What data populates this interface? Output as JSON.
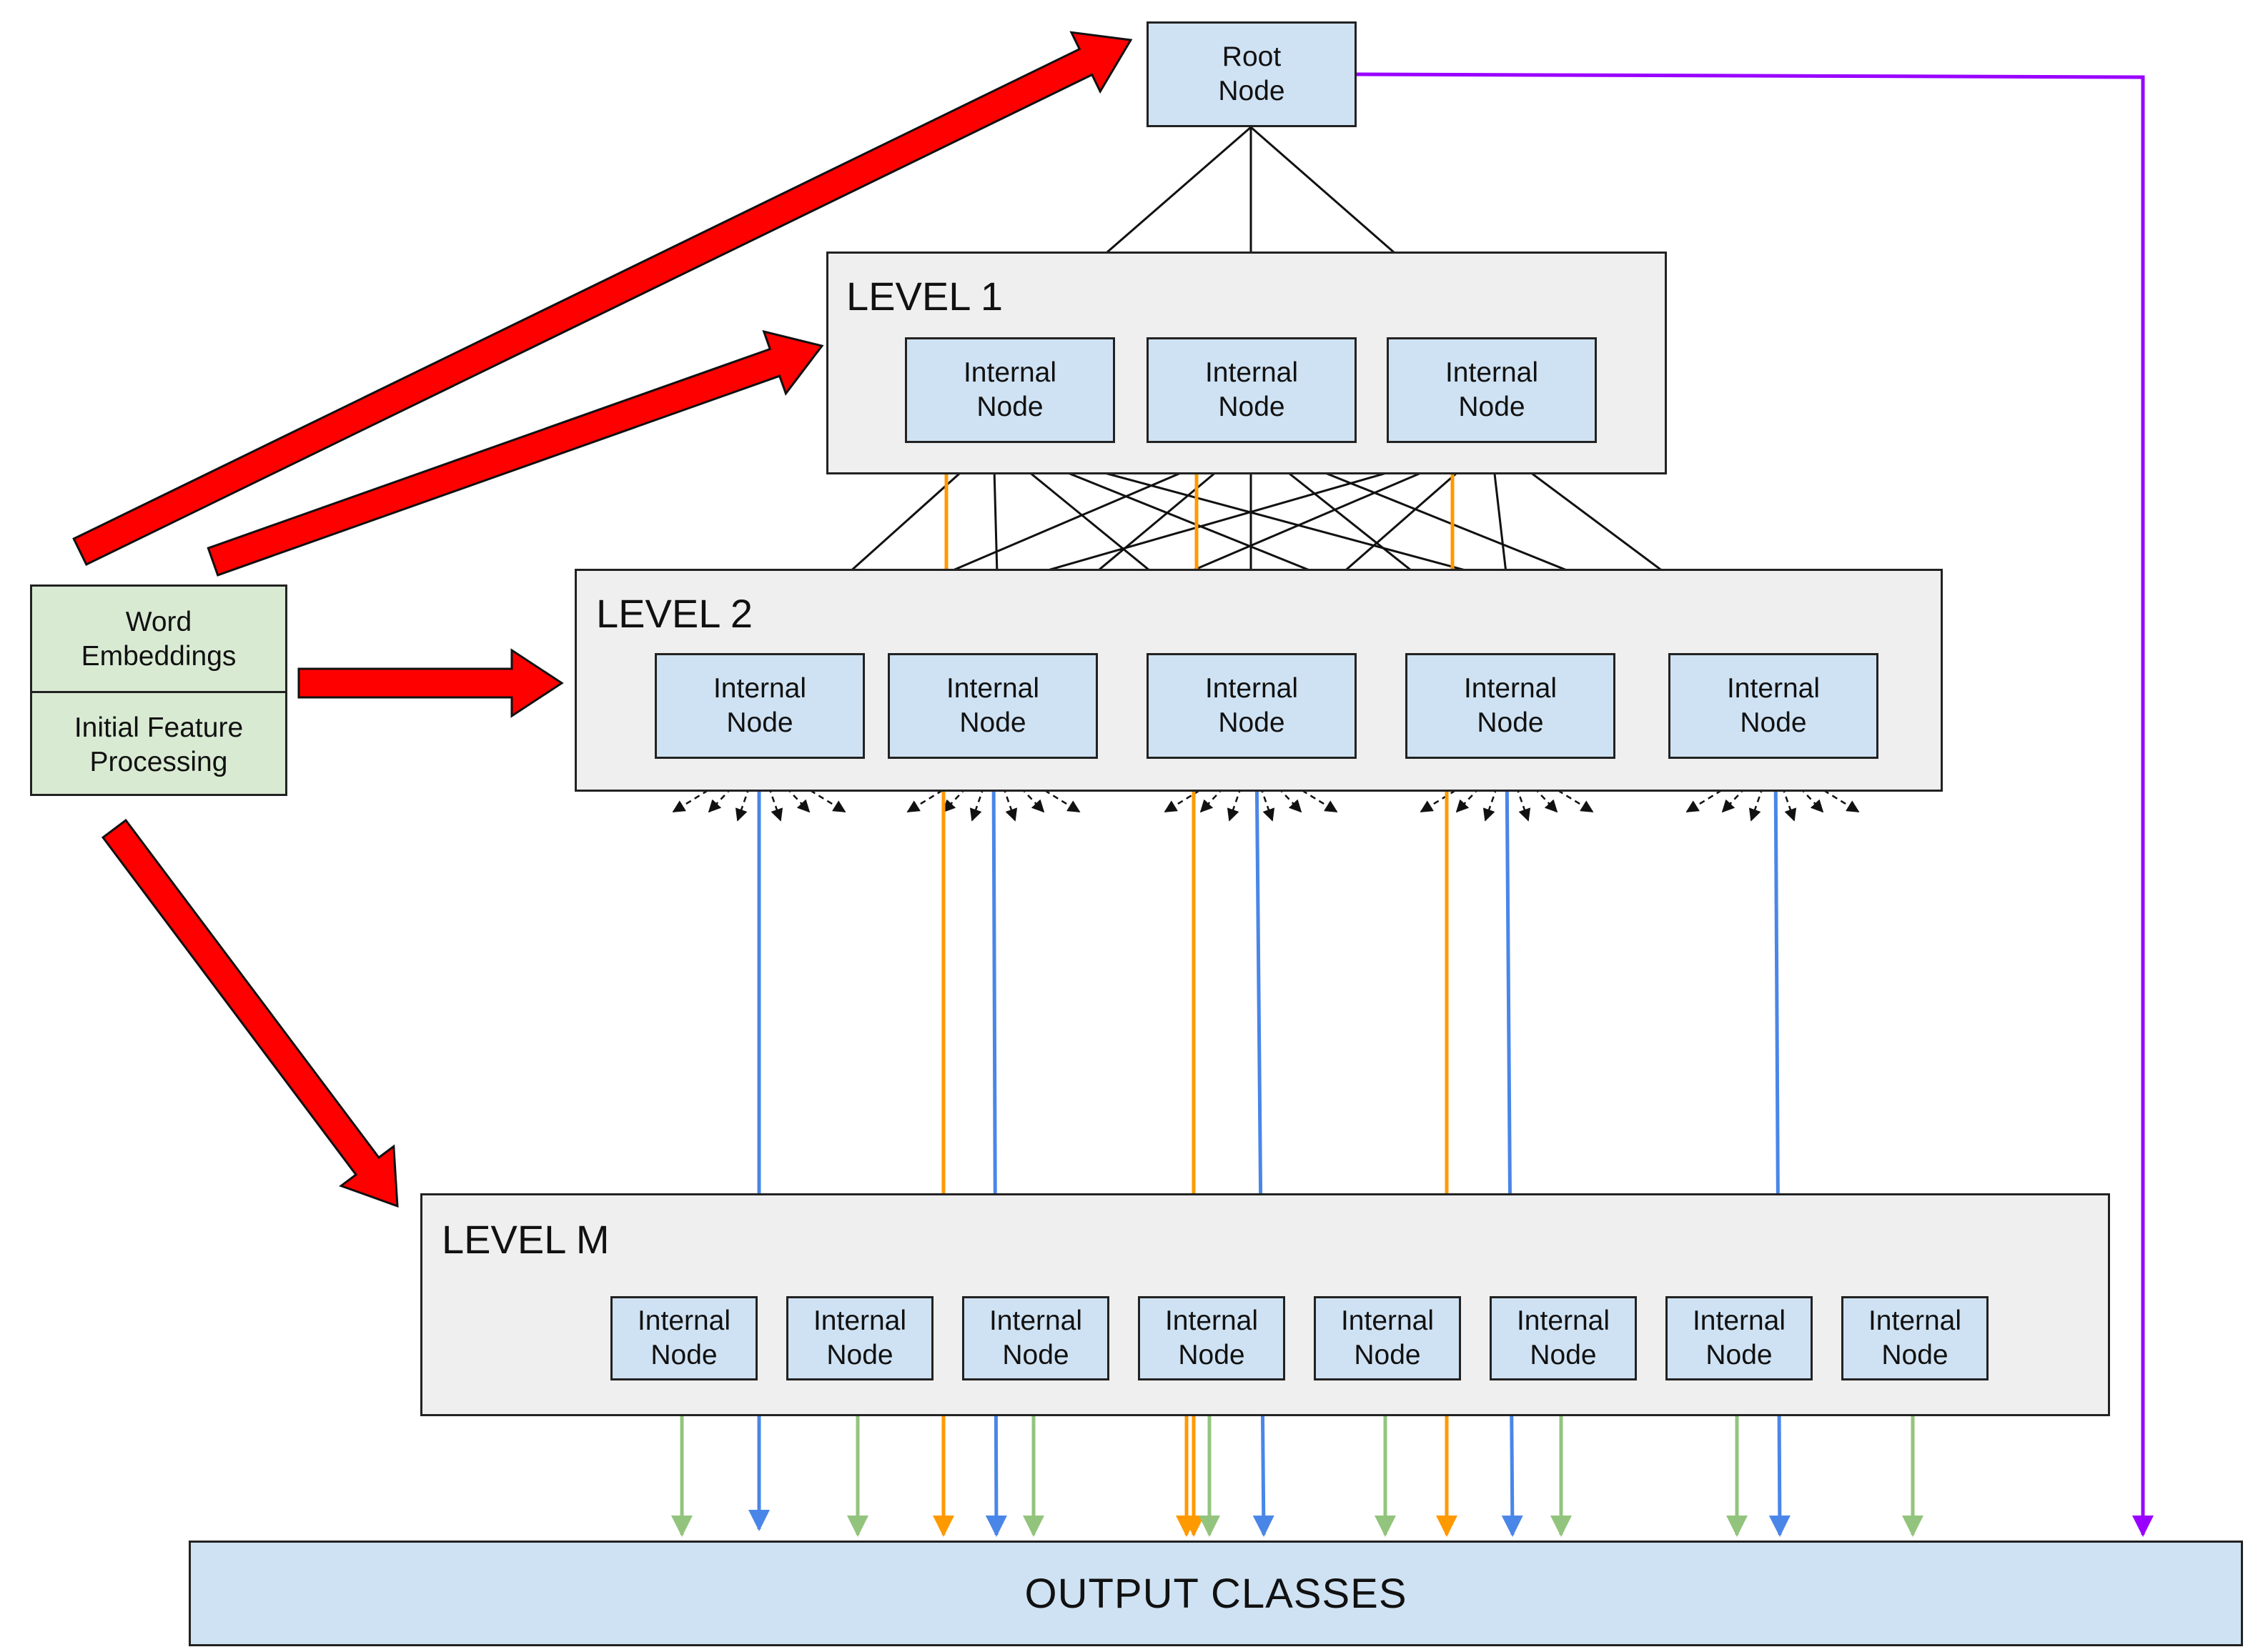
{
  "root_node": {
    "line1": "Root",
    "line2": "Node"
  },
  "node_label": {
    "line1": "Internal",
    "line2": "Node"
  },
  "input_block": {
    "top_line1": "Word",
    "top_line2": "Embeddings",
    "bottom_line1": "Initial Feature",
    "bottom_line2": "Processing"
  },
  "levels": {
    "level1": {
      "title": "LEVEL 1",
      "node_count": 3
    },
    "level2": {
      "title": "LEVEL 2",
      "node_count": 5
    },
    "levelM": {
      "title": "LEVEL M",
      "node_count": 8
    }
  },
  "output": {
    "label": "OUTPUT CLASSES"
  },
  "colors": {
    "node_fill": "#cfe2f3",
    "level_fill": "#efefef",
    "input_fill": "#d9ead3",
    "big_arrow": "#ff0000",
    "orange_skip": "#ff9900",
    "blue_skip": "#4a86e8",
    "green_output": "#93c47d",
    "purple_root": "#9900ff"
  }
}
